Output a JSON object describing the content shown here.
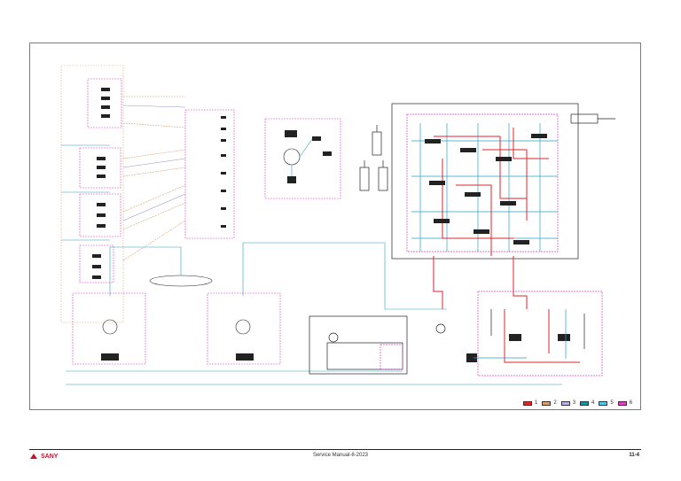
{
  "manual": {
    "footer_title": "Service Manual-8-2023",
    "page_number": "11-4",
    "brand_logo_text": "SANY",
    "brand_color": "#c8102e"
  },
  "diagram": {
    "line_colors": {
      "main": "#2aa0c8",
      "pressure": "#e0252b",
      "pilot": "#9b8fd0",
      "drain": "#d9a074",
      "boundary": "#d946c8",
      "dash": "#9a9a9a"
    }
  },
  "legend": [
    {
      "label": "1",
      "color": "#e0252b"
    },
    {
      "label": "2",
      "color": "#d9a074"
    },
    {
      "label": "3",
      "color": "#b9b3e6"
    },
    {
      "label": "4",
      "color": "#1f8f9a"
    },
    {
      "label": "5",
      "color": "#5cc8e8"
    },
    {
      "label": "6",
      "color": "#d946c8"
    }
  ]
}
